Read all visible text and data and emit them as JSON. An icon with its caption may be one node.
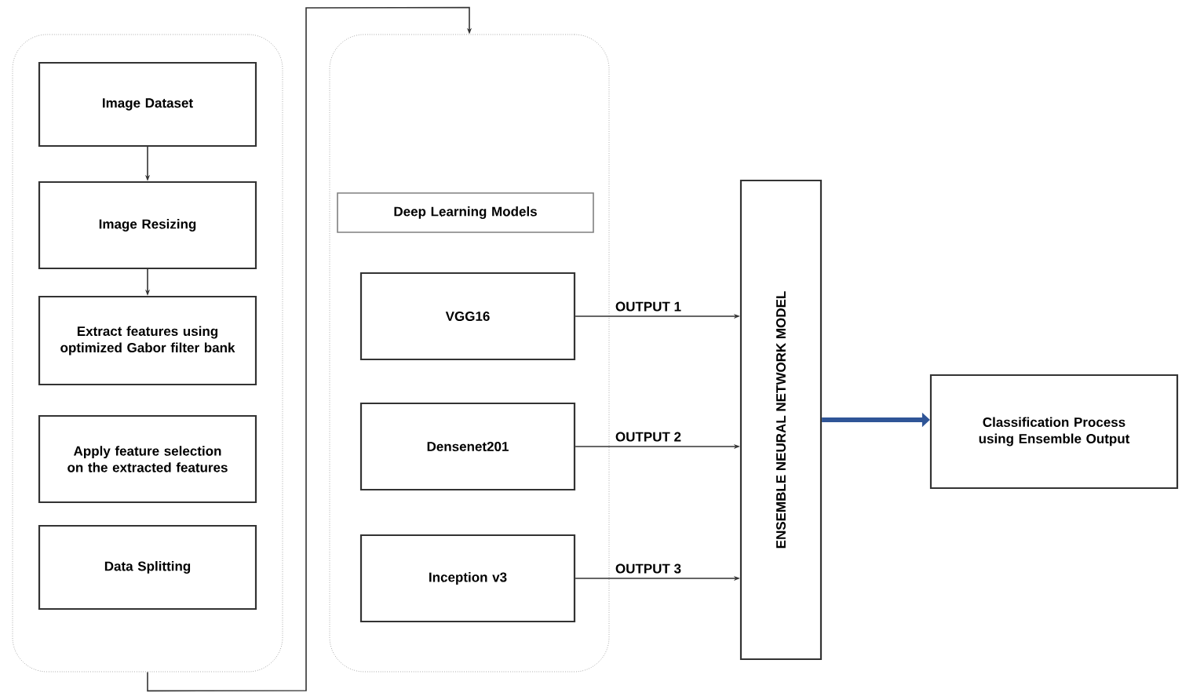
{
  "diagram": {
    "nodes": [
      {
        "text": [],
        "shape": "box"
      },
      {
        "text": [
          "Image Dataset"
        ],
        "in": 0
      },
      {
        "text": [
          "Image Resizing"
        ],
        "in": 0
      },
      {
        "text": [
          "Extract features using optimized Gabor filter bank"
        ],
        "in": 0
      },
      {
        "text": [
          "Apply feature selection on the extracted features"
        ],
        "in": 0
      },
      {
        "text": [
          "Data Splitting"
        ],
        "in": 0
      },
      {
        "text": [],
        "shape": "box"
      },
      {
        "text": [
          "Deep Learning Models"
        ],
        "in": 6
      },
      {
        "text": [
          "VGG16"
        ],
        "in": 6
      },
      {
        "text": [
          "Densenet201"
        ],
        "in": 6
      },
      {
        "text": [
          "Inception v3"
        ],
        "in": 6
      },
      {
        "text": [
          "ENSEMBLE NEURAL NETWORK MODEL"
        ]
      },
      {
        "text": [
          "Classification Process using Ensemble Output"
        ]
      }
    ],
    "edges": [
      {
        "from": 1,
        "to": 2,
        "arrow": "to"
      },
      {
        "from": 2,
        "to": 3,
        "arrow": "to"
      },
      {
        "from": 0,
        "to": 6,
        "arrow": "to"
      },
      {
        "from": 8,
        "to": 11,
        "arrow": "to",
        "label": "OUTPUT 1"
      },
      {
        "from": 9,
        "to": 11,
        "arrow": "to",
        "label": "OUTPUT 2"
      },
      {
        "from": 10,
        "to": 11,
        "arrow": "to",
        "label": "OUTPUT 3"
      },
      {
        "from": 11,
        "to": 12,
        "arrow": "to",
        "style": "thick",
        "color": "#2f5597"
      }
    ]
  }
}
